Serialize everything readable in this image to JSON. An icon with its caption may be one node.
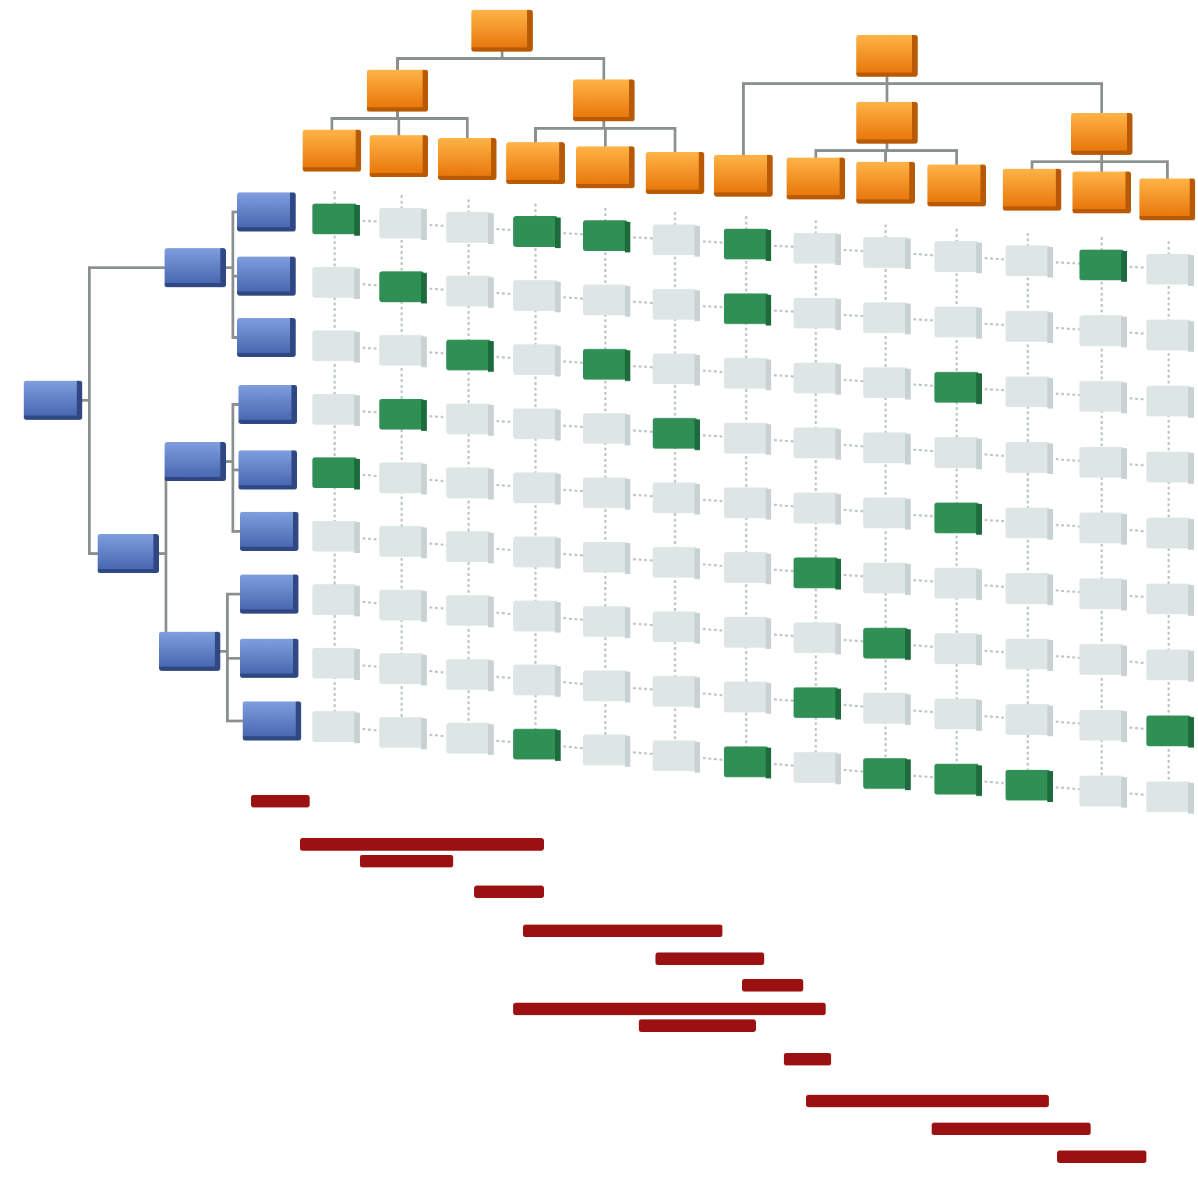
{
  "diagram": {
    "nodes": [
      {
        "text": [],
        "shape": "box"
      },
      {
        "text": [],
        "shape": "box"
      },
      {
        "text": [],
        "shape": "box"
      },
      {
        "text": [],
        "shape": "box"
      },
      {
        "text": [],
        "shape": "box"
      },
      {
        "text": [],
        "shape": "box"
      },
      {
        "text": [],
        "shape": "box"
      },
      {
        "text": [],
        "shape": "box"
      },
      {
        "text": [],
        "shape": "box"
      },
      {
        "text": [],
        "shape": "box"
      },
      {
        "text": [],
        "shape": "box"
      },
      {
        "text": [],
        "shape": "box"
      },
      {
        "text": [],
        "shape": "box"
      },
      {
        "text": [],
        "shape": "box"
      },
      {
        "text": [],
        "shape": "box"
      },
      {
        "text": [],
        "shape": "box"
      },
      {
        "text": [],
        "shape": "box"
      },
      {
        "text": [],
        "shape": "box"
      },
      {
        "text": [],
        "shape": "box"
      },
      {
        "text": [],
        "shape": "box"
      },
      {
        "text": [],
        "shape": "box"
      },
      {
        "text": [],
        "shape": "box"
      },
      {
        "text": [],
        "shape": "box"
      },
      {
        "text": [],
        "shape": "box"
      },
      {
        "text": [],
        "shape": "box"
      },
      {
        "text": [],
        "shape": "box"
      },
      {
        "text": [],
        "shape": "box"
      },
      {
        "text": [],
        "shape": "box"
      },
      {
        "text": [],
        "shape": "box"
      },
      {
        "text": [],
        "shape": "box"
      },
      {
        "text": [],
        "shape": "box"
      },
      {
        "text": [],
        "shape": "box"
      },
      {
        "text": [],
        "shape": "box"
      }
    ],
    "edges": [
      {
        "from": 0,
        "to": 1,
        "arrow": "none"
      },
      {
        "from": 0,
        "to": 2,
        "arrow": "none"
      },
      {
        "from": 1,
        "to": 6,
        "arrow": "none"
      },
      {
        "from": 1,
        "to": 7,
        "arrow": "none"
      },
      {
        "from": 1,
        "to": 8,
        "arrow": "none"
      },
      {
        "from": 2,
        "to": 9,
        "arrow": "none"
      },
      {
        "from": 2,
        "to": 10,
        "arrow": "none"
      },
      {
        "from": 2,
        "to": 11,
        "arrow": "none"
      },
      {
        "from": 3,
        "to": 12,
        "arrow": "none"
      },
      {
        "from": 3,
        "to": 4,
        "arrow": "none"
      },
      {
        "from": 3,
        "to": 5,
        "arrow": "none"
      },
      {
        "from": 4,
        "to": 13,
        "arrow": "none"
      },
      {
        "from": 4,
        "to": 14,
        "arrow": "none"
      },
      {
        "from": 4,
        "to": 15,
        "arrow": "none"
      },
      {
        "from": 5,
        "to": 16,
        "arrow": "none"
      },
      {
        "from": 5,
        "to": 17,
        "arrow": "none"
      },
      {
        "from": 5,
        "to": 18,
        "arrow": "none"
      },
      {
        "from": 19,
        "to": 20,
        "arrow": "none"
      },
      {
        "from": 19,
        "to": 21,
        "arrow": "none"
      },
      {
        "from": 20,
        "to": 24,
        "arrow": "none"
      },
      {
        "from": 20,
        "to": 25,
        "arrow": "none"
      },
      {
        "from": 20,
        "to": 26,
        "arrow": "none"
      },
      {
        "from": 21,
        "to": 22,
        "arrow": "none"
      },
      {
        "from": 21,
        "to": 23,
        "arrow": "none"
      },
      {
        "from": 22,
        "to": 27,
        "arrow": "none"
      },
      {
        "from": 22,
        "to": 28,
        "arrow": "none"
      },
      {
        "from": 22,
        "to": 29,
        "arrow": "none"
      },
      {
        "from": 23,
        "to": 30,
        "arrow": "none"
      },
      {
        "from": 23,
        "to": 31,
        "arrow": "none"
      },
      {
        "from": 23,
        "to": 32,
        "arrow": "none"
      }
    ]
  }
}
